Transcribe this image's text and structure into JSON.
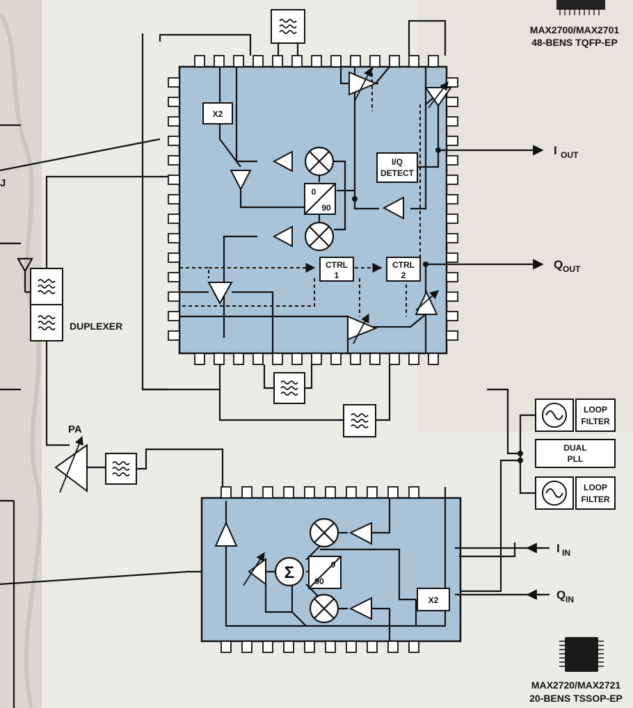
{
  "labels": {
    "chip1_name": "MAX2700/MAX2701",
    "chip1_pkg": "48-BENS TQFP-EP",
    "chip2_name": "MAX2720/MAX2721",
    "chip2_pkg": "20-BENS TSSOP-EP",
    "x2_top": "X2",
    "x2_bottom": "X2",
    "iq_detect_1": "I/Q",
    "iq_detect_2": "DETECT",
    "phase_top_a": "0",
    "phase_top_b": "90",
    "phase_bot_a": "0",
    "phase_bot_b": "90",
    "ctrl1_a": "CTRL",
    "ctrl1_b": "1",
    "ctrl2_a": "CTRL",
    "ctrl2_b": "2",
    "i_out": "I",
    "i_out_sub": "OUT",
    "q_out": "Q",
    "q_out_sub": "OUT",
    "i_in": "I",
    "i_in_sub": "IN",
    "q_in": "Q",
    "q_in_sub": "IN",
    "loop_filter_1a": "LOOP",
    "loop_filter_1b": "FILTER",
    "dual_pll_a": "DUAL",
    "dual_pll_b": "PLL",
    "loop_filter_2a": "LOOP",
    "loop_filter_2b": "FILTER",
    "duplexer": "DUPLEXER",
    "pa": "PA",
    "sigma": "Σ",
    "u_label": "J"
  },
  "colors": {
    "die": "#a9c4d8",
    "ink": "#111111",
    "paper": "#ecebe6"
  },
  "icons": {
    "mixer": "circle-x-icon",
    "oscillator": "sine-wave-icon",
    "filter": "wave-filter-icon",
    "amplifier": "triangle-amp-icon",
    "antenna": "antenna-icon"
  }
}
